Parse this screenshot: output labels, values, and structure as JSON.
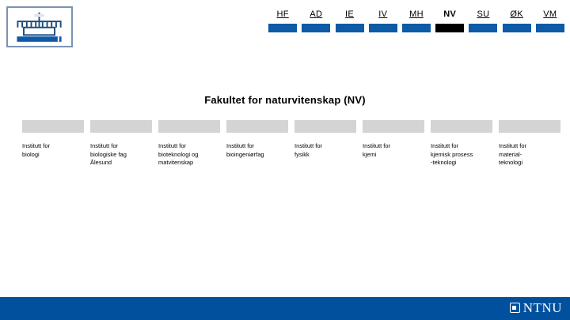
{
  "logo": {
    "name": "ntnu-emblem",
    "border_color": "#7b93b5",
    "ink_color": "#1b4a7a",
    "accent_color": "#1059a8"
  },
  "nav": {
    "active_key": "NV",
    "tab_color": "#0d5aa7",
    "active_tab_color": "#000000",
    "tabs": [
      {
        "key": "HF",
        "label": "HF",
        "active": false
      },
      {
        "key": "AD",
        "label": "AD",
        "active": false
      },
      {
        "key": "IE",
        "label": "IE",
        "active": false
      },
      {
        "key": "IV",
        "label": "IV",
        "active": false
      },
      {
        "key": "MH",
        "label": "MH",
        "active": false
      },
      {
        "key": "NV",
        "label": "NV",
        "active": true
      },
      {
        "key": "SU",
        "label": "SU",
        "active": false
      },
      {
        "key": "OK",
        "label": "ØK",
        "active": false
      },
      {
        "key": "VM",
        "label": "VM",
        "active": false
      }
    ]
  },
  "title": "Fakultet for naturvitenskap (NV)",
  "departments": {
    "bar_color": "#d4d4d4",
    "items": [
      {
        "label": "Institutt for\nbiologi"
      },
      {
        "label": "Institutt for\nbiologiske fag\nÅlesund"
      },
      {
        "label": "Institutt for\nbioteknologi og\nmatvitenskap"
      },
      {
        "label": "Institutt for\nbioingeniørfag"
      },
      {
        "label": "Institutt for\nfysikk"
      },
      {
        "label": "Institutt for\nkjemi"
      },
      {
        "label": "Institutt for\nkjemisk prosess\n-teknologi"
      },
      {
        "label": "Institutt for\nmaterial-\nteknologi"
      }
    ]
  },
  "footer": {
    "background_color": "#00509e",
    "wordmark": "NTNU"
  }
}
